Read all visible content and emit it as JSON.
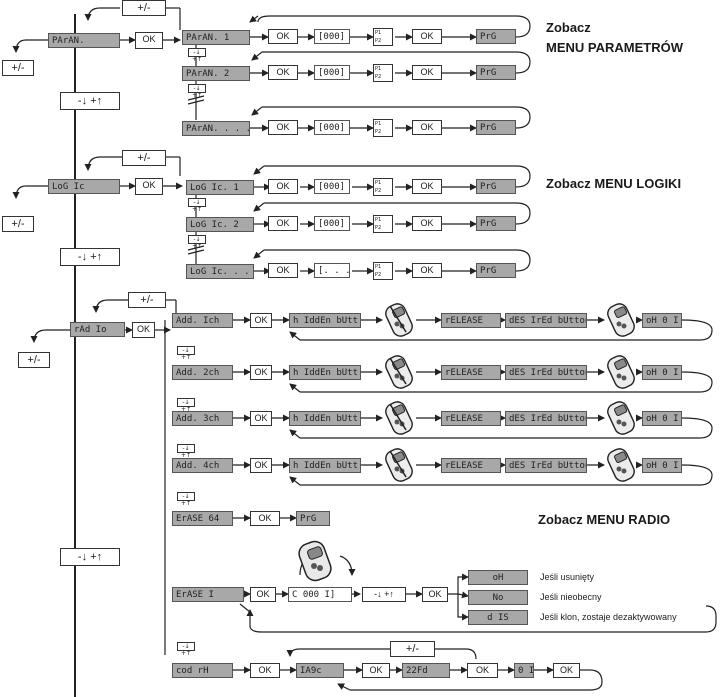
{
  "labels": {
    "plus_minus": "+/-",
    "down_up": "-↓ +↑",
    "ok": "OK",
    "prg": "PrG",
    "value_000": "[000]",
    "value_dots": "[. . .]",
    "p1": "P1",
    "p2": "P2"
  },
  "menu_parametrow": {
    "main": "PArAN.",
    "items": [
      "PArAN. 1",
      "PArAN. 2",
      "PArAN. . . ."
    ],
    "heading_1": "Zobacz",
    "heading_2": "MENU PARAMETRÓW"
  },
  "menu_logiki": {
    "main": "LoG Ic",
    "items": [
      "LoG Ic. 1",
      "LoG Ic. 2",
      "LoG Ic. . . ."
    ],
    "heading": "Zobacz MENU LOGIKI"
  },
  "menu_radio": {
    "main": "rAd Io",
    "items": [
      "Add. Ich",
      "Add. 2ch",
      "Add. 3ch",
      "Add. 4ch"
    ],
    "hidden": "h IddEn bUtt",
    "release": "rELEASE",
    "desired": "dES IrEd bUtton",
    "ok01": "oH 0 I",
    "erase64": "ErASE 64",
    "erase1": "ErASE  I",
    "code": "C 000 I]",
    "results": [
      "oH",
      "No",
      "d IS"
    ],
    "notes": [
      "Jeśli usunięty",
      "Jeśli nieobecny",
      "Jeśli klon, zostaje dezaktywowany"
    ],
    "codrh": "cod rH",
    "c1": "IA9c",
    "c2": "22Fd",
    "c3": "0 I",
    "heading": "Zobacz MENU RADIO"
  }
}
